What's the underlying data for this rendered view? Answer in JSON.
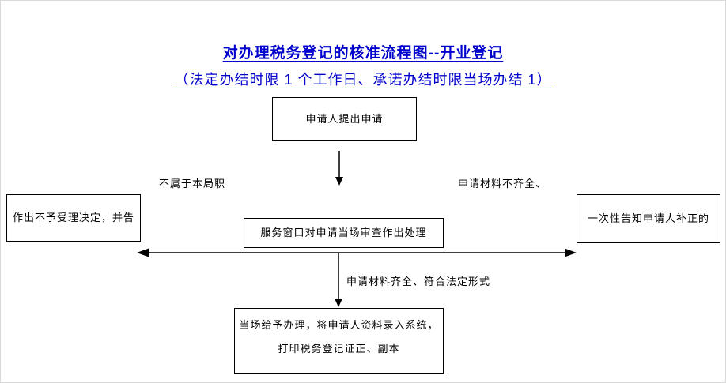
{
  "header": {
    "title": "对办理税务登记的核准流程图--开业登记",
    "subtitle": "（法定办结时限 1 个工作日、承诺办结时限当场办结 1）"
  },
  "flow": {
    "apply_box": "申请人提出申请",
    "review_box": "服务窗口对申请当场审查作出处理",
    "reject_box": "作出不予受理决定，并告",
    "supplement_box": "一次性告知申请人补正的",
    "process_box_line1": "当场给予办理，将申请人资料录入系统，",
    "process_box_line2": "打印税务登记证正、副本"
  },
  "branch_labels": {
    "not_jurisdiction": "不属于本局职",
    "materials_incomplete": "申请材料不齐全、",
    "materials_complete": "申请材料齐全、符合法定形式"
  },
  "colors": {
    "title_blue": "#0000CC",
    "line_black": "#000000",
    "background": "#FFFFFF"
  }
}
